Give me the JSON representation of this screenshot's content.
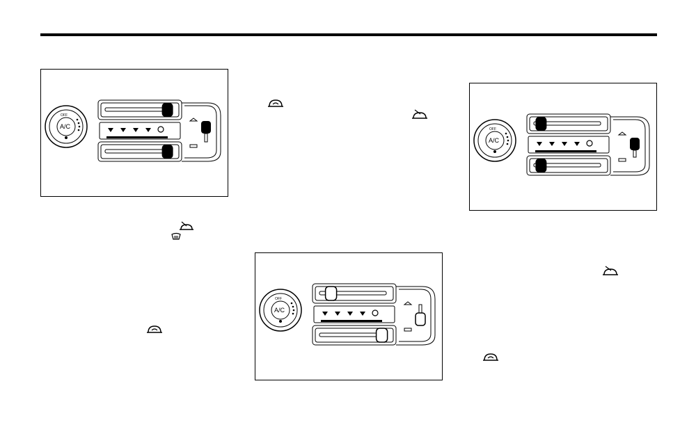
{
  "figures": [
    {
      "id": "fig1",
      "ac_label": "A/C",
      "off_label": "OFF",
      "top_lever": 0.95,
      "bottom_lever": 0.95
    },
    {
      "id": "fig2",
      "ac_label": "A/C",
      "off_label": "OFF",
      "top_lever": 0.12,
      "bottom_lever": 0.95
    },
    {
      "id": "fig3",
      "ac_label": "A/C",
      "off_label": "OFF",
      "top_lever": 0.05,
      "bottom_lever": 0.05
    }
  ],
  "inline_icons": [
    {
      "name": "recirculation-icon"
    },
    {
      "name": "fresh-air-icon"
    },
    {
      "name": "fresh-air-icon"
    },
    {
      "name": "defrost-icon"
    },
    {
      "name": "recirculation-icon"
    },
    {
      "name": "fresh-air-icon"
    },
    {
      "name": "recirculation-icon"
    }
  ]
}
